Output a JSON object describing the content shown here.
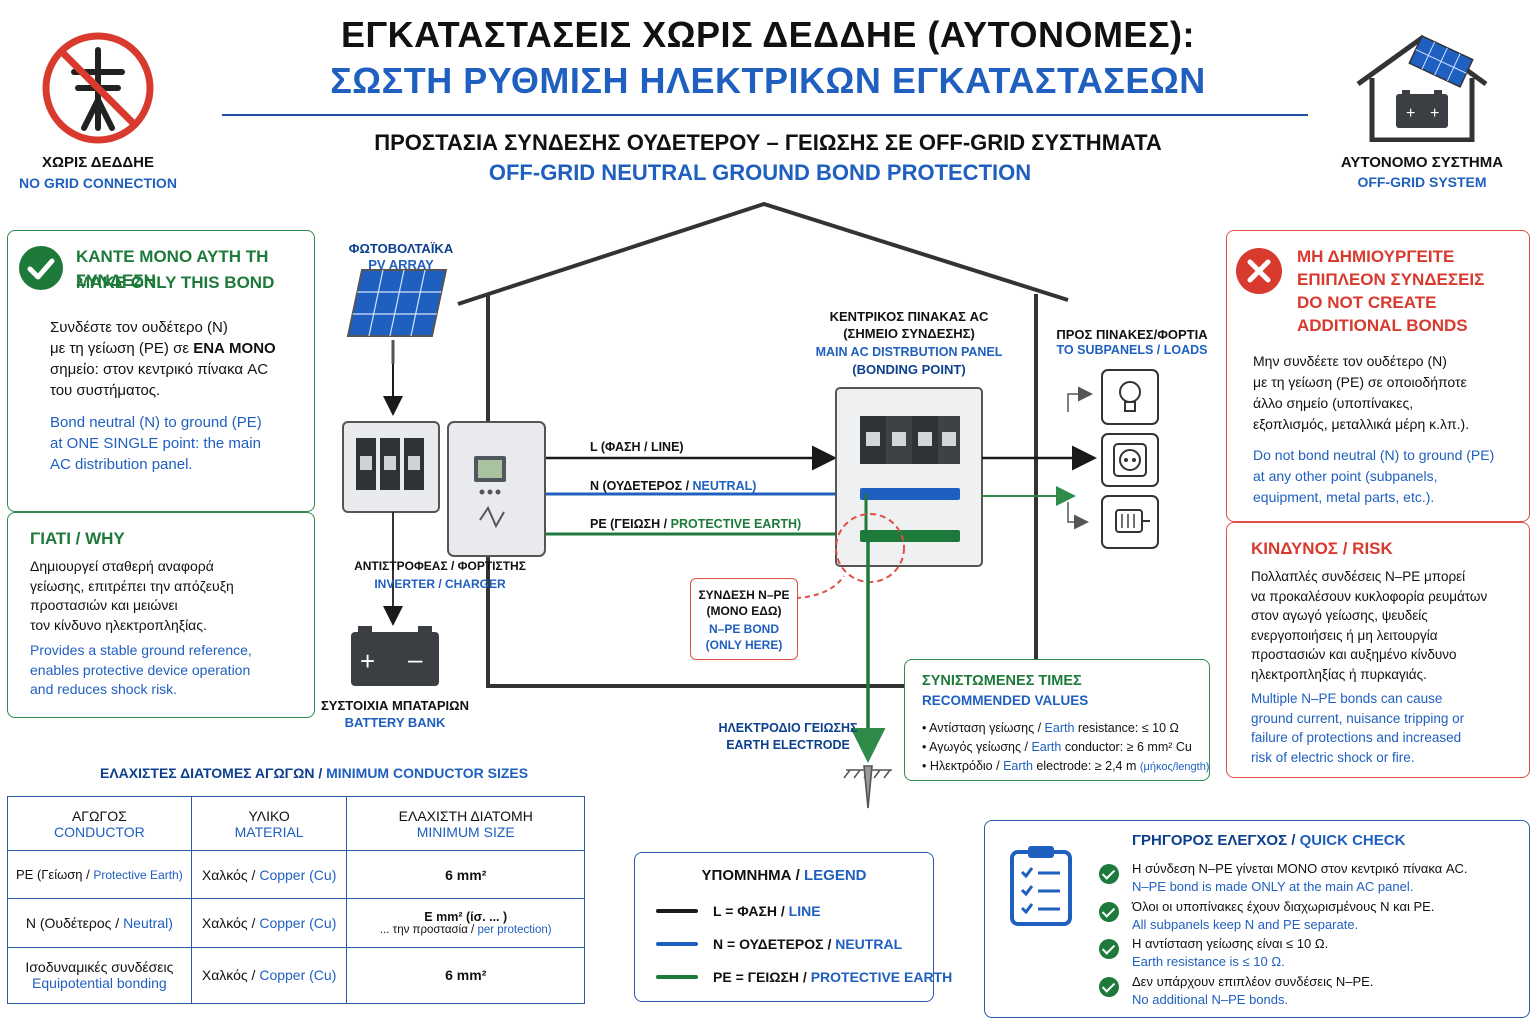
{
  "header": {
    "title_line1": "ΕΓΚΑΤΑΣΤΑΣΕΙΣ ΧΩΡΙΣ ΔΕΔΔΗΕ (ΑΥΤΟΝΟΜΕΣ):",
    "title_line2": "ΣΩΣΤΗ ΡΥΘΜΙΣΗ ΗΛΕΚΤΡΙΚΩΝ ΕΓΚΑΤΑΣΤΑΣΕΩΝ",
    "subtitle_gr": "ΠΡΟΣΤΑΣΙΑ ΣΥΝΔΕΣΗΣ ΟΥΔΕΤΕΡΟΥ – ΓΕΙΩΣΗΣ ΣΕ OFF-GRID ΣΥΣΤΗΜΑΤΑ",
    "subtitle_en": "OFF-GRID NEUTRAL GROUND BOND PROTECTION"
  },
  "corner_left": {
    "label_gr": "ΧΩΡΙΣ ΔΕΔΔΗΕ",
    "label_en": "NO GRID CONNECTION"
  },
  "corner_right": {
    "label_gr": "ΑΥΤΟΝΟΜΟ ΣΥΣΤΗΜΑ",
    "label_en": "OFF-GRID SYSTEM"
  },
  "bond_panel": {
    "heading_gr": "ΚΑΝΤΕ ΜΟΝΟ ΑΥΤΗ ΤΗ ΣΥΝΔΕΣΗ",
    "heading_en": "MAKE ONLY THIS BOND",
    "body_gr_1": "Συνδέστε τον ουδέτερο (N)",
    "body_gr_2": "με τη γείωση (PE) σε ",
    "body_gr_2b": "ΕΝΑ ΜΟΝΟ",
    "body_gr_3": "σημείο: στον κεντρικό πίνακα AC",
    "body_gr_4": "του συστήματος.",
    "body_en_1": "Bond neutral (N) to ground (PE)",
    "body_en_2": "at ONE SINGLE point: the main",
    "body_en_3": "AC distribution panel."
  },
  "why_panel": {
    "heading": "ΓΙΑΤΙ / WHY",
    "body_gr_1": "Δημιουργεί σταθερή αναφορά",
    "body_gr_2": "γείωσης, επιτρέπει την απόζευξη",
    "body_gr_3": "προστασιών και μειώνει",
    "body_gr_4": "τον κίνδυνο ηλεκτροπληξίας.",
    "body_en_1": "Provides a stable ground reference,",
    "body_en_2": "enables protective device operation",
    "body_en_3": "and reduces shock risk."
  },
  "no_bond_panel": {
    "heading_1": "ΜΗ ΔΗΜΙΟΥΡΓΕΙΤΕ",
    "heading_2": "ΕΠΙΠΛΕΟΝ ΣΥΝΔΕΣΕΙΣ",
    "heading_3": "DO NOT CREATE",
    "heading_4": "ADDITIONAL BONDS",
    "body_gr_1": "Μην συνδέετε τον ουδέτερο (N)",
    "body_gr_2": "με τη γείωση (PE) σε οποιοδήποτε",
    "body_gr_3": "άλλο σημείο (υποπίνακες,",
    "body_gr_4": "εξοπλισμός, μεταλλικά μέρη κ.λπ.).",
    "body_en_1": "Do not bond neutral (N) to ground (PE)",
    "body_en_2": "at any other point (subpanels,",
    "body_en_3": "equipment, metal parts, etc.)."
  },
  "risk_panel": {
    "heading": "ΚΙΝΔΥΝΟΣ / RISK",
    "body_gr_1": "Πολλαπλές συνδέσεις N–PE μπορεί",
    "body_gr_2": "να προκαλέσουν κυκλοφορία ρευμάτων",
    "body_gr_3": "στον αγωγό γείωσης, ψευδείς",
    "body_gr_4": "ενεργοποιήσεις ή μη λειτουργία",
    "body_gr_5": "προστασιών και αυξημένο κίνδυνο",
    "body_gr_6": "ηλεκτροπληξίας ή πυρκαγιάς.",
    "body_en_1": "Multiple N–PE bonds can cause",
    "body_en_2": "ground current, nuisance tripping or",
    "body_en_3": "failure of protections and increased",
    "body_en_4": "risk of electric shock or fire."
  },
  "diagram": {
    "pv_gr": "ΦΩΤΟΒΟΛΤΑΪΚΑ",
    "pv_en": "PV ARRAY",
    "inverter_gr": "ΑΝΤΙΣΤΡΟΦΕΑΣ / ΦΟΡΤΙΣΤΗΣ",
    "inverter_en": "INVERTER / CHARGER",
    "battery_gr": "ΣΥΣΤΟΙΧΙΑ ΜΠΑΤΑΡΙΩΝ",
    "battery_en": "BATTERY BANK",
    "main_panel_gr_1": "ΚΕΝΤΡΙΚΟΣ ΠΙΝΑΚΑΣ AC",
    "main_panel_gr_2": "(ΣΗΜΕΙΟ ΣΥΝΔΕΣΗΣ)",
    "main_panel_en_1": "MAIN AC DISTRBUTION PANEL",
    "main_panel_en_2": "(BONDING POINT)",
    "loads_gr": "ΠΡΟΣ ΠΙΝΑΚΕΣ/ΦΟΡΤΙΑ",
    "loads_en": "TO SUBPANELS / LOADS",
    "line_label": "L (ΦΑΣΗ / LINE)",
    "neutral_label_gr": "N (ΟΥΔΕΤΕΡΟΣ / ",
    "neutral_label_en": "NEUTRAL)",
    "pe_label_gr": "PE (ΓΕΙΩΣΗ / ",
    "pe_label_en": "PROTECTIVE EARTH)",
    "bond_gr_1": "ΣΥΝΔΕΣΗ N–PE",
    "bond_gr_2": "(ΜΟΝΟ ΕΔΩ)",
    "bond_en_1": "N–PE BOND",
    "bond_en_2": "(ONLY HERE)",
    "electrode_gr": "ΗΛΕΚΤΡΟΔΙΟ ΓΕΙΩΣΗΣ",
    "electrode_en": "EARTH ELECTRODE"
  },
  "recommended": {
    "heading_gr": "ΣΥΝΙΣΤΩΜΕΝΕΣ ΤΙΜΕΣ",
    "heading_en": "RECOMMENDED VALUES",
    "items": [
      {
        "gr": "• Αντίσταση γείωσης / ",
        "en": "Earth",
        "rest": " resistance: ≤ 10 Ω"
      },
      {
        "gr": "• Αγωγός γείωσης / ",
        "en": "Earth",
        "rest": " conductor: ≥ 6 mm² Cu"
      },
      {
        "gr": "• Ηλεκτρόδιο / ",
        "en": "Earth",
        "rest": " electrode: ≥ 2,4 m ",
        "unit": "(μήκος/length)"
      }
    ]
  },
  "sizes_table": {
    "title_gr": "ΕΛΑΧΙΣΤΕΣ ΔΙΑΤΟΜΕΣ ΑΓΩΓΩΝ / ",
    "title_en": "MINIMUM CONDUCTOR SIZES",
    "headers": [
      {
        "gr": "ΑΓΩΓΟΣ",
        "en": "CONDUCTOR"
      },
      {
        "gr": "ΥΛΙΚΟ",
        "en": "MATERIAL"
      },
      {
        "gr": "ΕΛΑΧΙΣΤΗ ΔΙΑΤΟΜΗ",
        "en": "MINIMUM SIZE"
      }
    ],
    "rows": [
      {
        "c_gr": "PE (Γείωση / ",
        "c_en": "Protective Earth)",
        "m_gr": "Χαλκός / ",
        "m_en": "Copper (Cu)",
        "size": "6 mm²",
        "note_gr": "",
        "note_en": ""
      },
      {
        "c_gr": "N (Ουδέτερος / ",
        "c_en": "Neutral)",
        "m_gr": "Χαλκός / ",
        "m_en": "Copper (Cu)",
        "size": "Ε mm² (ίσ. ... )",
        "note_gr": "... την προστασία / ",
        "note_en": "per protection)"
      },
      {
        "c_gr": "Ισοδυναμικές συνδέσεις",
        "c_en": "Equipotential bonding",
        "m_gr": "Χαλκός / ",
        "m_en": "Copper (Cu)",
        "size": "6 mm²",
        "note_gr": "",
        "note_en": ""
      }
    ]
  },
  "legend": {
    "title_gr": "ΥΠΟΜΝΗΜΑ / ",
    "title_en": "LEGEND",
    "items": [
      {
        "gr": "L = ΦΑΣΗ / ",
        "en": "LINE",
        "color": "#1a1a1a"
      },
      {
        "gr": "N = ΟΥΔΕΤΕΡΟΣ / ",
        "en": "NEUTRAL",
        "color": "#1f5fbf"
      },
      {
        "gr": "PE = ΓΕΙΩΣΗ / ",
        "en": "PROTECTIVE EARTH",
        "color": "#1d7a3a"
      }
    ]
  },
  "quick_check": {
    "title_gr": "ΓΡΗΓΟΡΟΣ ΕΛΕΓΧΟΣ / ",
    "title_en": "QUICK CHECK",
    "items": [
      {
        "gr": "Η σύνδεση N–PE γίνεται ΜΟΝΟ στον κεντρικό πίνακα AC.",
        "en": "N–PE bond is made ONLY at the main AC panel."
      },
      {
        "gr": "Όλοι οι υποπίνακες έχουν διαχωρισμένους N και PE.",
        "en": "All subpanels keep N and PE separate."
      },
      {
        "gr": "Η αντίσταση γείωσης είναι ≤ 10 Ω.",
        "en": "Earth resistance is ≤ 10 Ω."
      },
      {
        "gr": "Δεν υπάρχουν επιπλέον συνδέσεις N–PE.",
        "en": "No additional N–PE bonds."
      }
    ]
  },
  "colors": {
    "line": "#1a1a1a",
    "neutral": "#1f5fbf",
    "earth": "#1d7a3a",
    "warning": "#d83a2e"
  }
}
